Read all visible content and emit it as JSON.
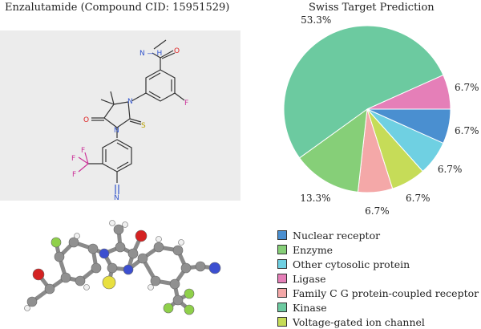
{
  "compound_title": "Enzalutamide (Compound CID: 15951529)",
  "structure_labels": {
    "nh": "N — H",
    "o_amide": "O",
    "f": "F",
    "o_ring": "O",
    "n1": "N",
    "n2": "N",
    "s": "S",
    "f_left": "F",
    "f_top": "F",
    "f_bottom": "F",
    "n_nitrile": "N"
  },
  "chart_data": {
    "type": "pie",
    "title": "Swiss Target Prediction",
    "slices": [
      {
        "label": "Nuclear receptor",
        "value": 6.7,
        "pct_label": "6.7%",
        "color": "#4a8fd0"
      },
      {
        "label": "Other cytosolic protein",
        "value": 6.7,
        "pct_label": "6.7%",
        "color": "#6fd0e2"
      },
      {
        "label": "Voltage-gated ion channel",
        "value": 6.7,
        "pct_label": "6.7%",
        "color": "#c6dc58"
      },
      {
        "label": "Family C G protein-coupled receptor",
        "value": 6.7,
        "pct_label": "6.7%",
        "color": "#f4a8a8"
      },
      {
        "label": "Enzyme",
        "value": 13.3,
        "pct_label": "13.3%",
        "color": "#86cf78"
      },
      {
        "label": "Kinase",
        "value": 53.3,
        "pct_label": "53.3%",
        "color": "#6ccaa0"
      },
      {
        "label": "Ligase",
        "value": 6.7,
        "pct_label": "6.7%",
        "color": "#e57fb8"
      }
    ],
    "legend": [
      {
        "label": "Nuclear receptor",
        "color": "#4a8fd0"
      },
      {
        "label": "Enzyme",
        "color": "#86cf78"
      },
      {
        "label": "Other cytosolic protein",
        "color": "#6fd0e2"
      },
      {
        "label": "Ligase",
        "color": "#e57fb8"
      },
      {
        "label": "Family C G protein-coupled receptor",
        "color": "#f4a8a8"
      },
      {
        "label": "Kinase",
        "color": "#6ccaa0"
      },
      {
        "label": "Voltage-gated ion channel",
        "color": "#c6dc58"
      }
    ],
    "legend_placement": "bottom"
  }
}
